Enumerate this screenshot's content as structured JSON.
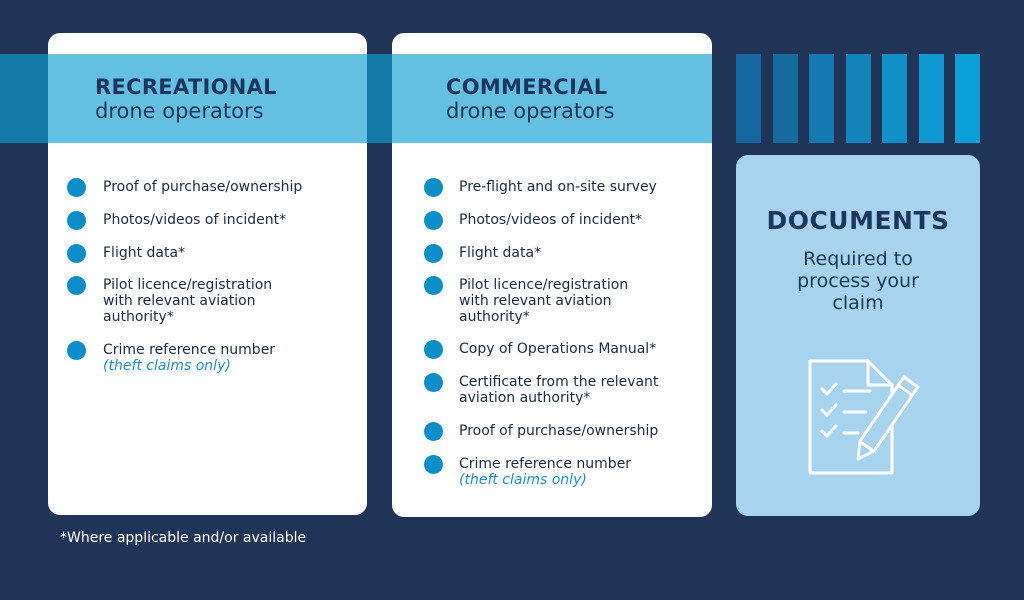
{
  "colors": {
    "background": "#1f3457",
    "band": "#1579a8",
    "card_header": "#64c0e1",
    "bullet": "#0d8ec9",
    "doc_panel": "#a7d3ee",
    "title_text": "#1b365d",
    "note_text": "#1c8fcb"
  },
  "recreational": {
    "title_bold": "RECREATIONAL",
    "title_rest": "drone operators",
    "items": [
      {
        "lines": [
          "Proof of purchase/ownership"
        ],
        "note": ""
      },
      {
        "lines": [
          "Photos/videos of incident*"
        ],
        "note": ""
      },
      {
        "lines": [
          "Flight data*"
        ],
        "note": ""
      },
      {
        "lines": [
          "Pilot licence/registration",
          "with relevant aviation",
          "authority*"
        ],
        "note": ""
      },
      {
        "lines": [
          "Crime reference number"
        ],
        "note": "(theft claims only)"
      }
    ]
  },
  "commercial": {
    "title_bold": "COMMERCIAL",
    "title_rest": "drone operators",
    "items": [
      {
        "lines": [
          "Pre-flight and on-site survey"
        ],
        "note": ""
      },
      {
        "lines": [
          "Photos/videos of incident*"
        ],
        "note": ""
      },
      {
        "lines": [
          "Flight data*"
        ],
        "note": ""
      },
      {
        "lines": [
          "Pilot licence/registration",
          "with relevant aviation",
          "authority*"
        ],
        "note": ""
      },
      {
        "lines": [
          "Copy of Operations Manual*"
        ],
        "note": ""
      },
      {
        "lines": [
          "Certificate from the relevant",
          "aviation authority*"
        ],
        "note": ""
      },
      {
        "lines": [
          "Proof of purchase/ownership"
        ],
        "note": ""
      },
      {
        "lines": [
          "Crime reference number"
        ],
        "note": "(theft claims only)"
      }
    ]
  },
  "documents": {
    "title": "DOCUMENTS",
    "subtitle_lines": [
      "Required to",
      "process your",
      "claim"
    ],
    "icon": "checklist-document-pen-icon"
  },
  "decor": {
    "bar_colors": [
      "#1466a0",
      "#136c9d",
      "#127ab1",
      "#1284ba",
      "#1190c8",
      "#0f98d1",
      "#0b9fd8"
    ]
  },
  "footnote": "*Where applicable and/or available"
}
